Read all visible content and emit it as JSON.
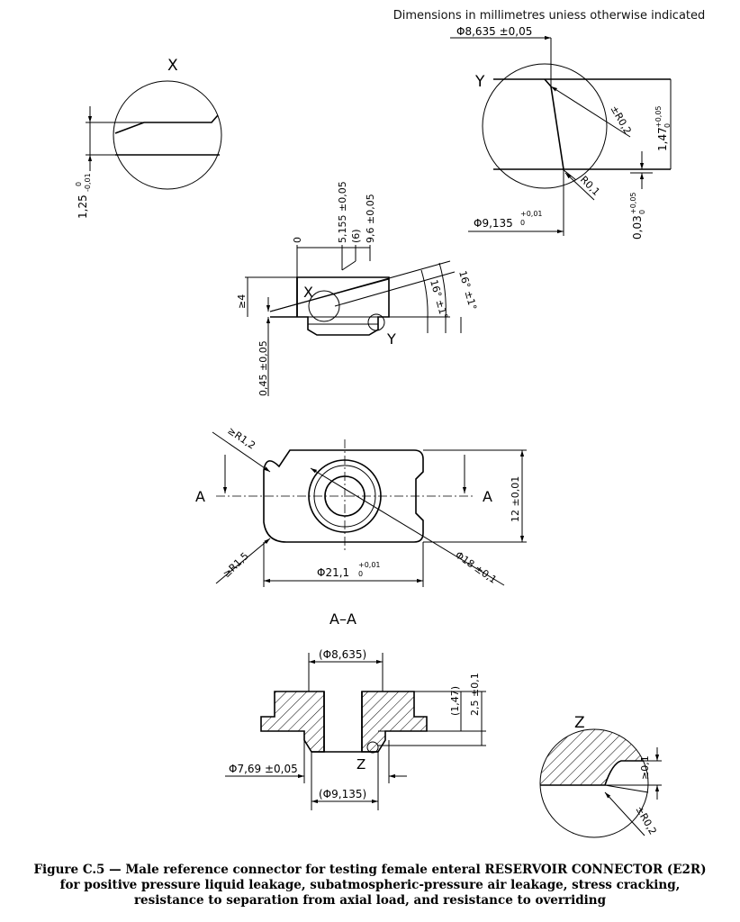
{
  "header_note": "Dimensions in millimetres uniess otherwise indicated",
  "labels": {
    "detail_x": "X",
    "detail_y": "Y",
    "detail_z": "Z",
    "section_a_left": "A",
    "section_a_right": "A",
    "section_aa": "A–A",
    "side_x": "X",
    "side_y": "Y",
    "section_z": "Z"
  },
  "dimensions": {
    "x_detail": "1,25",
    "x_detail_tol_upper": "0",
    "x_detail_tol_lower": "-0,01",
    "y_top_dia": "Φ8,635 ±0,05",
    "y_r02": "±R0,2",
    "y_147": "1,47",
    "y_147_tol_upper": "+0,05",
    "y_147_tol_lower": "0",
    "y_r01": "R0,1",
    "y_dia_9135": "Φ9,135",
    "y_dia_9135_tol_upper": "+0,01",
    "y_dia_9135_tol_lower": "0",
    "y_003": "0,03",
    "y_003_tol_upper": "+0,05",
    "y_003_tol_lower": "0",
    "side_zero": "0",
    "side_5155": "5,155 ±0,05",
    "side_6": "(6)",
    "side_96": "9,6 ±0,05",
    "side_4": "≥4",
    "side_16a": "16° ±1°",
    "side_16b": "16° ±1°",
    "side_045": "0,45 ±0,05",
    "top_r12": "≥R1,2",
    "top_r15": "≥R1,5",
    "top_12": "12 ±0,01",
    "top_21_1": "Φ21,1",
    "top_21_1_tol_upper": "+0,01",
    "top_21_1_tol_lower": "0",
    "top_18": "Φ18 ±0,1",
    "aa_8635": "(Φ8,635)",
    "aa_147": "(1,47)",
    "aa_25": "2,5 ±0,1",
    "aa_769": "Φ7,69 ±0,05",
    "aa_9135": "(Φ9,135)",
    "z_01": "≥0,1",
    "z_r02": "±R0,2"
  },
  "caption": {
    "line1": "Figure C.5 — Male reference connector for testing female enteral RESERVOIR CONNECTOR (E2R)",
    "line2": "for positive pressure liquid leakage, subatmospheric-pressure air leakage, stress cracking,",
    "line3": "resistance to separation from axial load, and resistance to overriding"
  }
}
